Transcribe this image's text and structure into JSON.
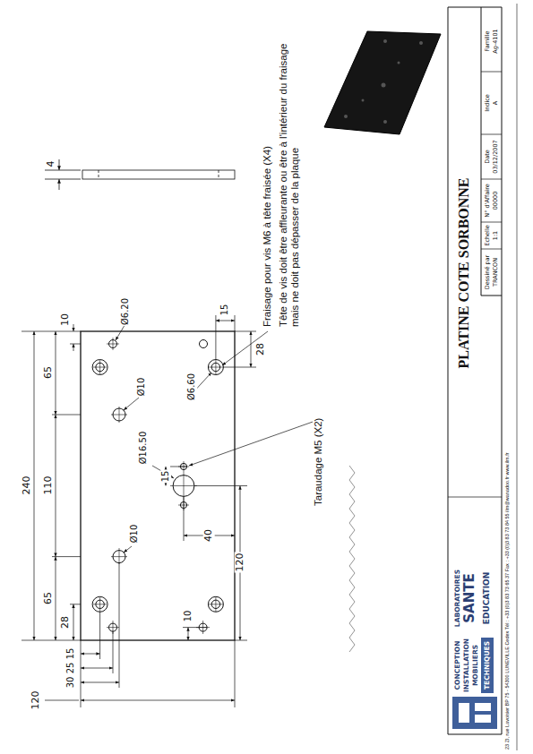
{
  "diagram": {
    "title": "PLATINE COTE SORBONNE",
    "labels": [
      "240",
      "65",
      "110",
      "65",
      "10",
      "28",
      "15",
      "25",
      "30",
      "120",
      "120",
      "40",
      "15",
      "10",
      "28",
      "15",
      "Ø6.20",
      "Ø10",
      "Ø6.60",
      "Ø16.50",
      "Ø10",
      "4",
      "Fraisage pour vis M6 à tête fraisée (X4)",
      "Tête de vis doit être affleurante ou être à l'intérieur du fraisage mais ne doit pas dépasser de la plaque",
      "Taraudage M5 (X2)",
      "Dessiné par",
      "TRANCON",
      "Echelle",
      "1:1",
      "N° d'Affaire",
      "00000",
      "Date",
      "03/12/2007",
      "Indice",
      "A",
      "Famille",
      "Ag-4101",
      "CONCEPTION",
      "INSTALLATION",
      "MOBILIERS",
      "TECHNIQUES",
      "LABORATOIRES",
      "SANTE",
      "EDUCATION",
      "23 ZI, rue Lavoisier BP 75 - 54300 LUNEVILLE Cedex Tél : +33 (0)3 83 73 65 37 Fax : +33 (0)3 83 73 84 55 ilm@wanadoo.fr www.ilm.fr"
    ]
  }
}
